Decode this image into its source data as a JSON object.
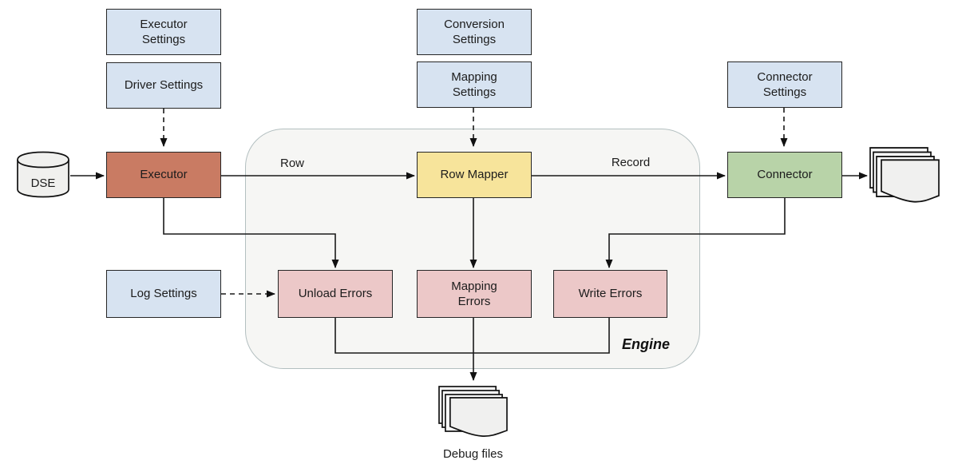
{
  "labels": {
    "row": "Row",
    "record": "Record",
    "engine": "Engine",
    "dse": "DSE",
    "debug_files": "Debug files"
  },
  "boxes": {
    "executor_settings": {
      "label": "Executor\nSettings",
      "fill": "#D7E3F1"
    },
    "driver_settings": {
      "label": "Driver Settings",
      "fill": "#D7E3F1"
    },
    "conversion_settings": {
      "label": "Conversion\nSettings",
      "fill": "#D7E3F1"
    },
    "mapping_settings": {
      "label": "Mapping\nSettings",
      "fill": "#D7E3F1"
    },
    "connector_settings": {
      "label": "Connector\nSettings",
      "fill": "#D7E3F1"
    },
    "log_settings": {
      "label": "Log Settings",
      "fill": "#D7E3F1"
    },
    "executor": {
      "label": "Executor",
      "fill": "#C97B63"
    },
    "row_mapper": {
      "label": "Row Mapper",
      "fill": "#F7E49B"
    },
    "connector": {
      "label": "Connector",
      "fill": "#B8D3A8"
    },
    "unload_errors": {
      "label": "Unload Errors",
      "fill": "#ECC8C8"
    },
    "mapping_errors": {
      "label": "Mapping\nErrors",
      "fill": "#ECC8C8"
    },
    "write_errors": {
      "label": "Write Errors",
      "fill": "#ECC8C8"
    }
  },
  "colors": {
    "engine_fill": "#F6F6F4",
    "engine_border": "#B3BFC0",
    "line": "#1A1A1A",
    "settings_fill": "#D7E3F1",
    "executor_fill": "#C97B63",
    "row_mapper_fill": "#F7E49B",
    "connector_fill": "#B8D3A8",
    "error_fill": "#ECC8C8"
  }
}
